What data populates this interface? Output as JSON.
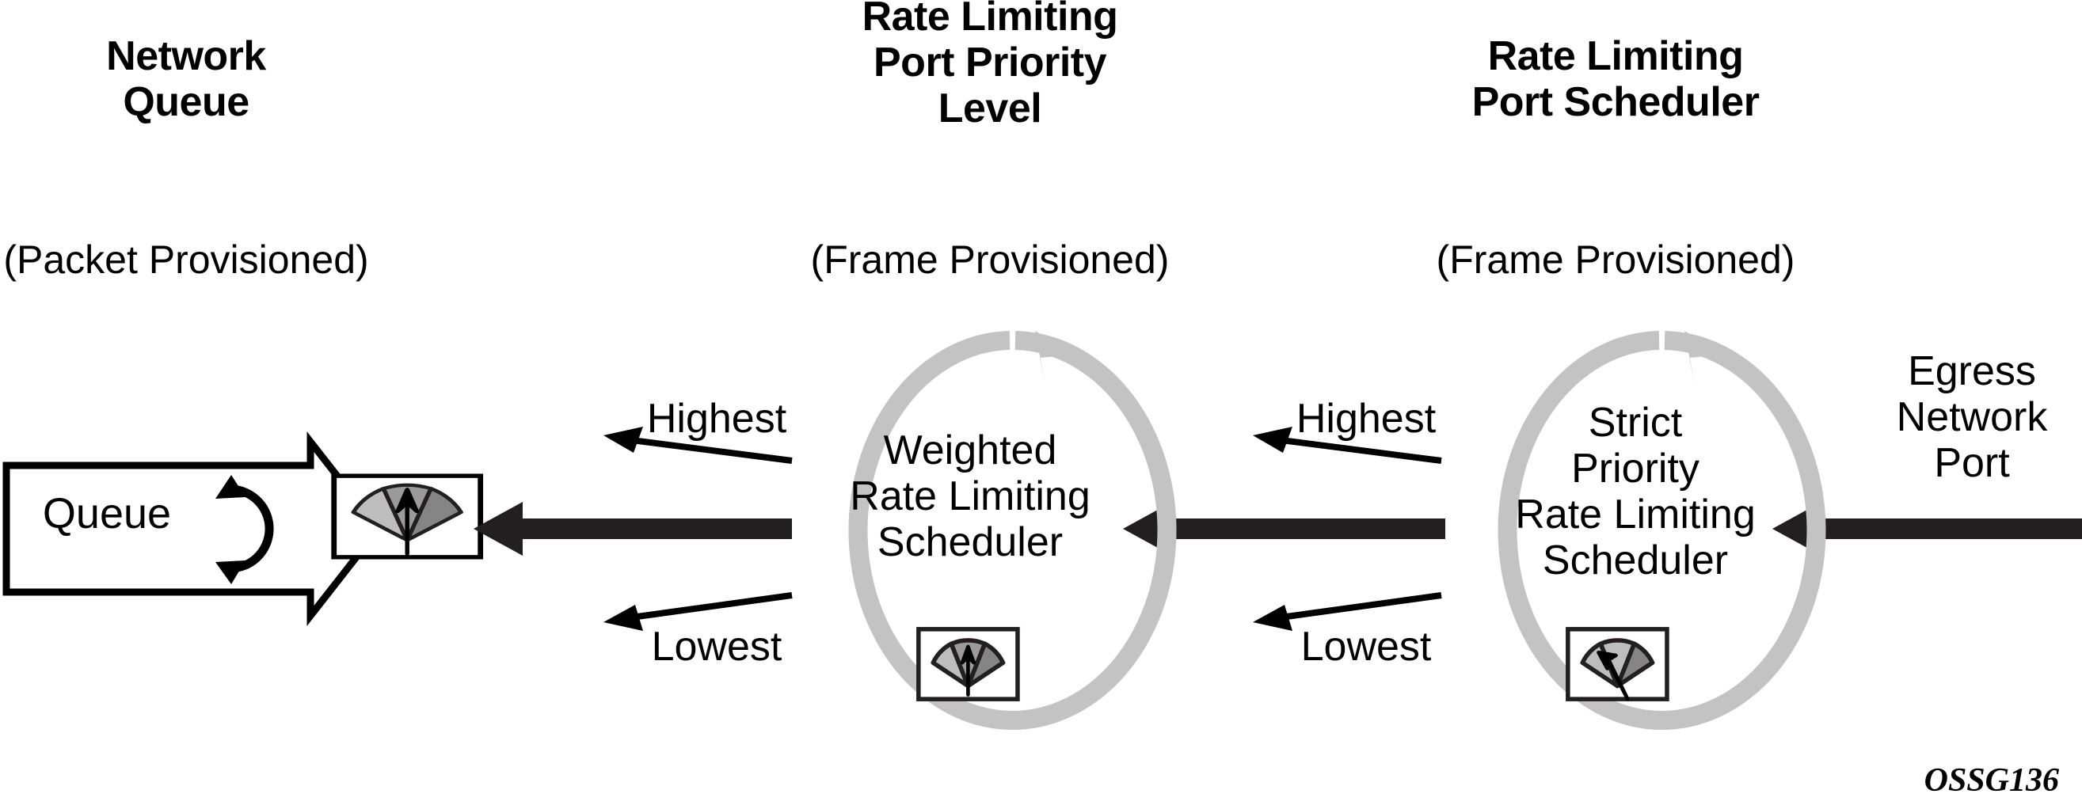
{
  "columns": [
    {
      "id": "network-queue",
      "title": "Network\nQueue",
      "subtitle": "(Packet Provisioned)"
    },
    {
      "id": "rate-limiting-port-priority-level",
      "title": "Rate Limiting\nPort Priority\nLevel",
      "subtitle": "(Frame Provisioned)"
    },
    {
      "id": "rate-limiting-port-scheduler",
      "title": "Rate Limiting\nPort Scheduler",
      "subtitle": "(Frame Provisioned)"
    }
  ],
  "diagram": {
    "queue_block_label": "Queue",
    "middle_scheduler_label": "Weighted\nRate Limiting\nScheduler",
    "right_scheduler_label": "Strict\nPriority\nRate Limiting\nScheduler",
    "egress_label": "Egress\nNetwork\nPort",
    "priority_labels": {
      "highest": "Highest",
      "lowest": "Lowest"
    },
    "middle_priority": {
      "highest": "Highest",
      "lowest": "Lowest"
    },
    "right_priority": {
      "highest": "Highest",
      "lowest": "Lowest"
    }
  },
  "caption": "OSSG136",
  "colors": {
    "background": "#ffffff",
    "ink": "#000000",
    "thick_arrow": "#231f20",
    "ring_gray": "#c3c3c3",
    "gauge_light": "#bdbdbd",
    "gauge_mid": "#9a9a9a",
    "gauge_dark": "#858585"
  }
}
